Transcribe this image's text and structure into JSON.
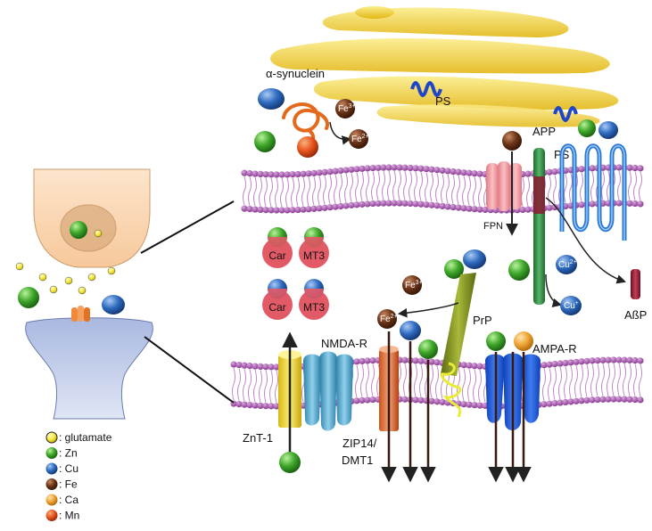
{
  "labels": {
    "alpha_synuclein": "α-synuclein",
    "ps_top": "PS",
    "app": "APP",
    "ps_right": "PS",
    "fpn": "FPN",
    "abp": "AßP",
    "prp": "PrP",
    "nmda_r": "NMDA-R",
    "ampa_r": "AMPA-R",
    "znt1": "ZnT-1",
    "zip14": "ZIP14/",
    "dmt1": "DMT1"
  },
  "ions": {
    "fe3": "Fe",
    "fe3_sup": "3+",
    "fe2": "Fe",
    "fe2_sup": "2+",
    "cu2": "Cu",
    "cu2_sup": "2+",
    "cu1": "Cu",
    "cu1_sup": "+"
  },
  "proteins": {
    "car_zn": "Car",
    "mt3_zn": "MT3",
    "car_cu": "Car",
    "mt3_cu": "MT3"
  },
  "legend": [
    {
      "label": ": glutamate",
      "color": "#f6e83a",
      "icon": "glutamate-dot"
    },
    {
      "label": ": Zn",
      "color": "#3ea62a",
      "icon": "zn-ion"
    },
    {
      "label": ": Cu",
      "color": "#2e6bbf",
      "icon": "cu-ion"
    },
    {
      "label": ": Fe",
      "color": "#6b3418",
      "icon": "fe-ion"
    },
    {
      "label": ": Ca",
      "color": "#f0a533",
      "icon": "ca-ion"
    },
    {
      "label": ": Mn",
      "color": "#e8561e",
      "icon": "mn-ion"
    }
  ],
  "colors": {
    "zn": "#3ea62a",
    "cu": "#2e6bbf",
    "fe": "#6b3418",
    "ca": "#f0a533",
    "mn": "#e8561e",
    "membrane": "#9a3f9e",
    "golgi": "#f2d232",
    "glutamate": "#f6e83a"
  }
}
